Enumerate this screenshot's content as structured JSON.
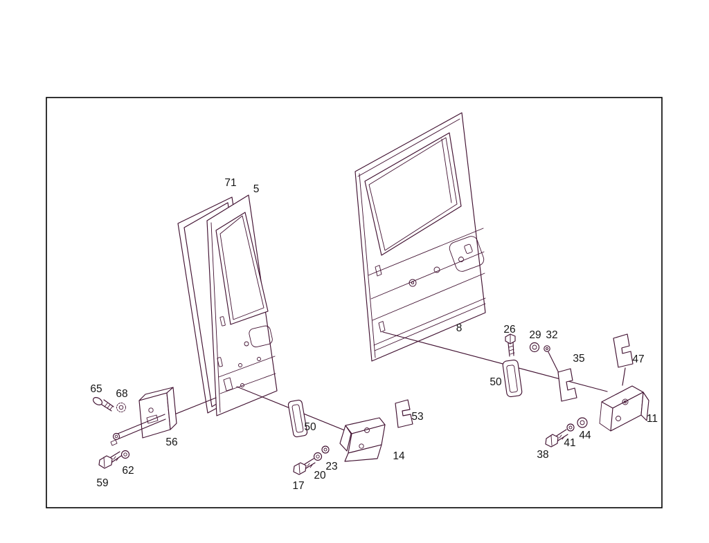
{
  "figure": {
    "kind": "exploded-parts-diagram",
    "subject": "van rear/side door panels with hinges, seals and fastening hardware"
  },
  "colors": {
    "line": "#401030",
    "label": "#141414",
    "border": "#000000",
    "bg": "#ffffff"
  },
  "labels": {
    "l71": "71",
    "l5": "5",
    "l8": "8",
    "l26": "26",
    "l29": "29",
    "l32": "32",
    "l35": "35",
    "l47": "47",
    "l50_right": "50",
    "l11": "11",
    "l44": "44",
    "l41": "41",
    "l38": "38",
    "l53": "53",
    "l50_mid": "50",
    "l14": "14",
    "l23": "23",
    "l20": "20",
    "l17": "17",
    "l56": "56",
    "l62": "62",
    "l59": "59",
    "l65": "65",
    "l68": "68"
  }
}
